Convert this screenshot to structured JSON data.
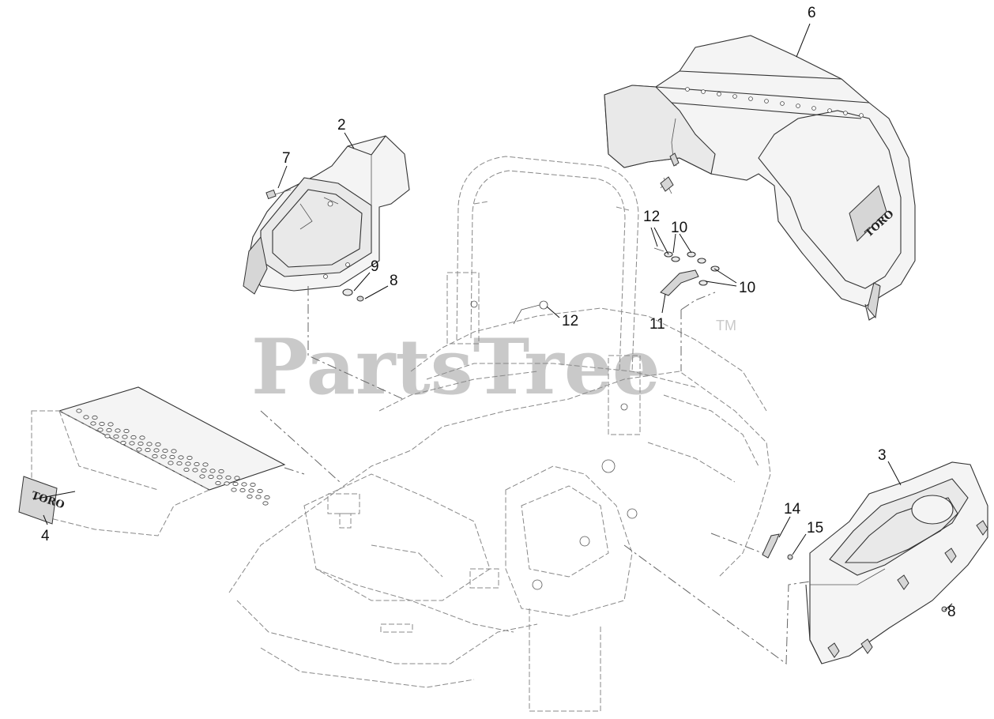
{
  "watermark": {
    "text": "PartsTree",
    "tm": "TM"
  },
  "decals": {
    "floor_plate_decal": "TORO",
    "fender_decal": "TORO"
  },
  "callouts": {
    "c2": "2",
    "c3": "3",
    "c4": "4",
    "c6": "6",
    "c7": "7",
    "c8a": "8",
    "c8b": "8",
    "c9": "9",
    "c10a": "10",
    "c10b": "10",
    "c11": "11",
    "c12a": "12",
    "c12b": "12",
    "c14": "14",
    "c15": "15"
  },
  "colors": {
    "line": "#333333",
    "watermark": "#c9c9c9",
    "background": "#ffffff"
  }
}
